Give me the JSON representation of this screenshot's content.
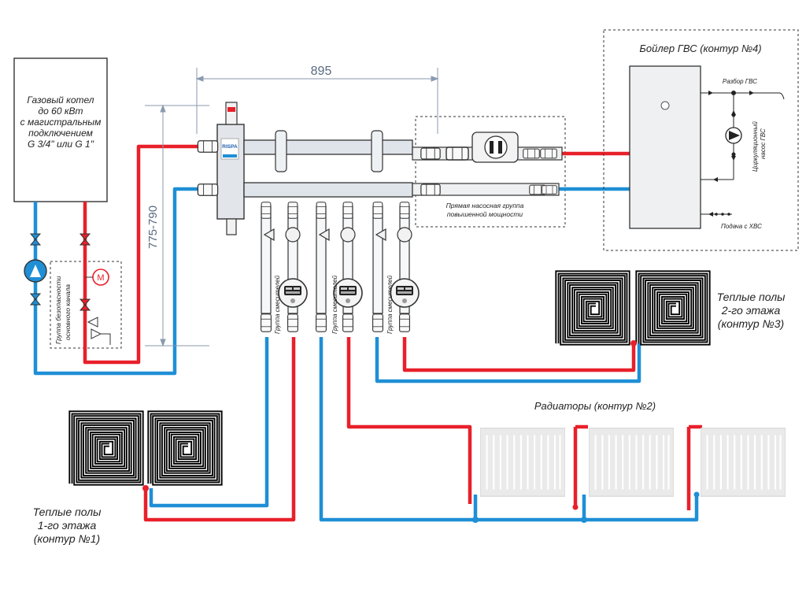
{
  "colors": {
    "hot": "#e8202a",
    "cold": "#1f8fd6",
    "outline": "#333333",
    "dimension": "#8a9aae",
    "manifold": "#dfe4ea",
    "radiator": "#ececec"
  },
  "boiler": {
    "lines": [
      "Газовый котел",
      "до 60 кВт",
      "с магистральным",
      "подключением",
      "G 3/4\" или G 1\""
    ]
  },
  "safety_group": {
    "lines": [
      "Группа безопасности",
      "основного канала"
    ]
  },
  "dimensions": {
    "width": "895",
    "height": "775-790"
  },
  "manifold": {
    "brand": "RISPA"
  },
  "mixer_groups": {
    "label": "Группа смесителей"
  },
  "pump_group": {
    "lines": [
      "Прямая насосная группа",
      "повышенной мощности"
    ]
  },
  "dhw_boiler": {
    "title": "Бойлер ГВС (контур №4)",
    "outlet": "Разбор ГВС",
    "inlet": "Подача с ХВС",
    "pump_label": [
      "Циркуляционный",
      "насос ГВС"
    ]
  },
  "floor2": {
    "lines": [
      "Теплые полы",
      "2-го этажа",
      "(контур №3)"
    ]
  },
  "radiators": {
    "title": "Радиаторы (контур №2)"
  },
  "floor1": {
    "lines": [
      "Теплые полы",
      "1-го этажа",
      "(контур №1)"
    ]
  }
}
